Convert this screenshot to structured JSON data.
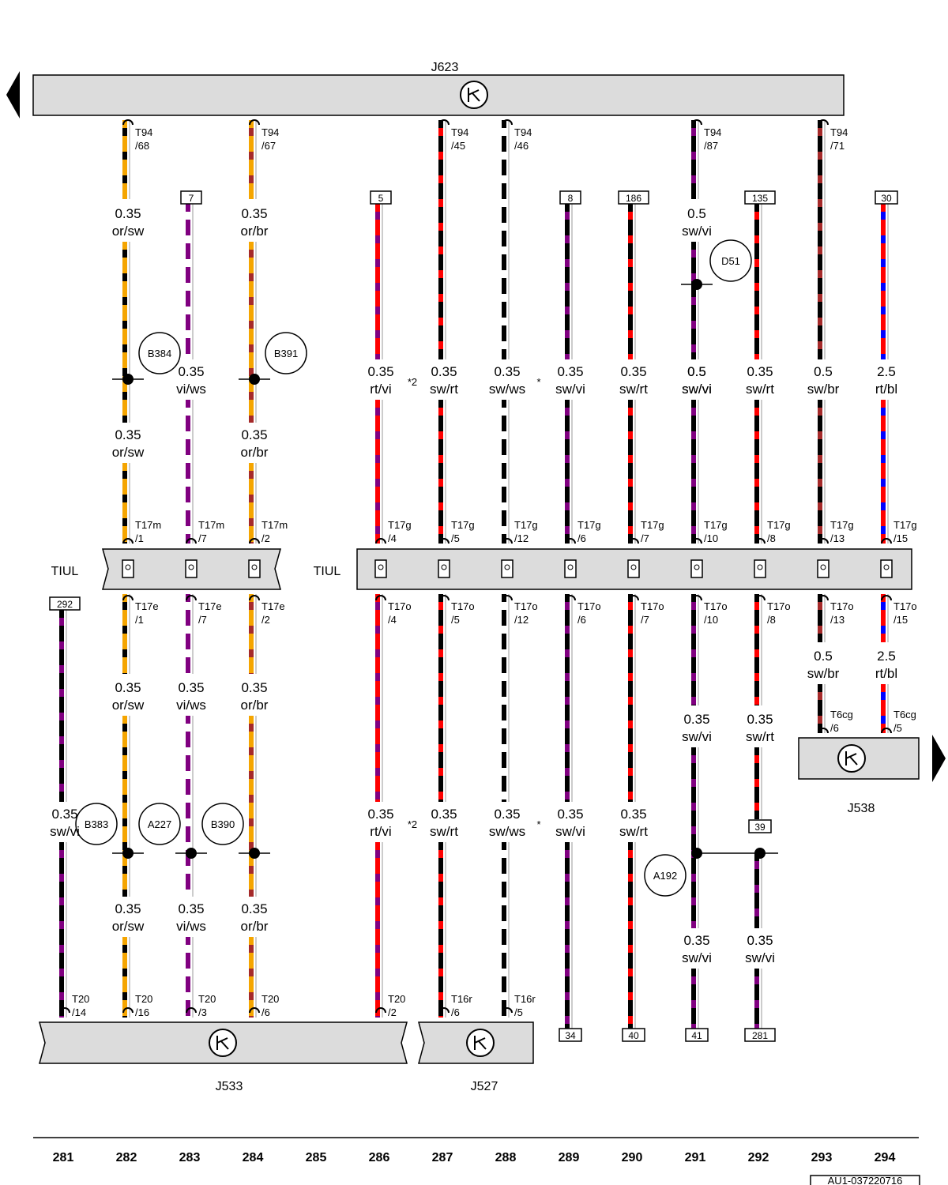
{
  "colors": {
    "or": "#f5a500",
    "sw": "#000000",
    "br": "#a52a2a",
    "vi": "#800080",
    "ws": "#ffffff",
    "rt": "#ff0000",
    "bl": "#0000ff",
    "housing": "#dcdcdc"
  },
  "components": {
    "j623": "J623",
    "j533": "J533",
    "j527": "J527",
    "j538": "J538"
  },
  "tiul_label": "TIUL",
  "doc_ref": "AU1-037220716",
  "column_numbers": [
    "281",
    "282",
    "283",
    "284",
    "285",
    "286",
    "287",
    "288",
    "289",
    "290",
    "291",
    "292",
    "293",
    "294"
  ],
  "columns": [
    {
      "pin_top": "T94\n/68",
      "gauge_a": "0.35\nor/sw",
      "gauge_b": "0.35\nor/sw",
      "circle_top": "B384",
      "pin_mid_a": "T17m\n/1",
      "pin_mid_b": "T17e\n/1",
      "gauge_c": "0.35\nor/sw",
      "gauge_d": "0.35\nor/sw",
      "circle_bot": "A227",
      "pin_bottom": "T20\n/16"
    },
    {
      "ref_top": "7",
      "gauge_a": "0.35\nvi/ws",
      "pin_mid_a": "T17m\n/7",
      "pin_mid_b": "T17e\n/7",
      "gauge_c": "0.35\nvi/ws",
      "gauge_d": "0.35\nvi/ws",
      "circle_bot": "B390",
      "pin_bottom": "T20\n/3"
    },
    {
      "pin_top": "T94\n/67",
      "gauge_a": "0.35\nor/br",
      "gauge_b": "0.35\nor/br",
      "circle_top": "B391",
      "pin_mid_a": "T17m\n/2",
      "pin_mid_b": "T17e\n/2",
      "gauge_c": "0.35\nor/br",
      "gauge_d": "0.35\nor/br",
      "pin_bottom": "T20\n/6"
    },
    {
      "ref_top": "292",
      "gauge_c": "0.35\nsw/vi",
      "circle_bot": "B383",
      "pin_bottom": "T20\n/14"
    },
    {
      "ref_top": "5",
      "gauge_a": "0.35\nrt/vi",
      "note": "*2",
      "pin_mid_a": "T17g\n/4",
      "pin_mid_b": "T17o\n/4",
      "gauge_c": "0.35\nrt/vi",
      "note_b": "*2",
      "pin_bottom": "T20\n/2"
    },
    {
      "pin_top": "T94\n/45",
      "gauge_a": "0.35\nsw/rt",
      "pin_mid_a": "T17g\n/5",
      "pin_mid_b": "T17o\n/5",
      "gauge_c": "0.35\nsw/rt",
      "pin_bottom": "T16r\n/6"
    },
    {
      "pin_top": "T94\n/46",
      "gauge_a": "0.35\nsw/ws",
      "note": "*",
      "pin_mid_a": "T17g\n/12",
      "pin_mid_b": "T17o\n/12",
      "gauge_c": "0.35\nsw/ws",
      "note_b": "*",
      "pin_bottom": "T16r\n/5"
    },
    {
      "ref_top": "8",
      "gauge_a": "0.35\nsw/vi",
      "pin_mid_a": "T17g\n/6",
      "pin_mid_b": "T17o\n/6",
      "gauge_c": "0.35\nsw/vi",
      "ref_bottom": "34"
    },
    {
      "ref_top": "186",
      "gauge_a": "0.35\nsw/rt",
      "pin_mid_a": "T17g\n/7",
      "pin_mid_b": "T17o\n/7",
      "gauge_c": "0.35\nsw/rt",
      "ref_bottom": "40"
    },
    {
      "pin_top": "T94\n/87",
      "gauge_top": "0.5\nsw/vi",
      "circle_top": "D51",
      "gauge_a": "0.5\nsw/vi",
      "pin_mid_a": "T17g\n/10",
      "pin_mid_b": "T17o\n/10",
      "gauge_c": "0.35\nsw/vi",
      "gauge_d": "0.35\nsw/vi",
      "circle_bot": "A192",
      "ref_bottom": "41"
    },
    {
      "ref_top": "135",
      "gauge_a": "0.35\nsw/rt",
      "pin_mid_a": "T17g\n/8",
      "pin_mid_b": "T17o\n/8",
      "gauge_c": "0.35\nsw/rt",
      "ref_mid": "39",
      "gauge_d": "0.35\nsw/vi",
      "ref_bottom": "281"
    },
    {
      "pin_top": "T94\n/71",
      "gauge_a": "0.5\nsw/br",
      "pin_mid_a": "T17g\n/13",
      "pin_mid_b": "T17o\n/13",
      "gauge_c": "0.5\nsw/br",
      "pin_bottom": "T6cg\n/6"
    },
    {
      "ref_top": "30",
      "gauge_a": "2.5\nrt/bl",
      "pin_mid_a": "T17g\n/15",
      "pin_mid_b": "T17o\n/15",
      "gauge_c": "2.5\nrt/bl",
      "pin_bottom": "T6cg\n/5"
    }
  ]
}
